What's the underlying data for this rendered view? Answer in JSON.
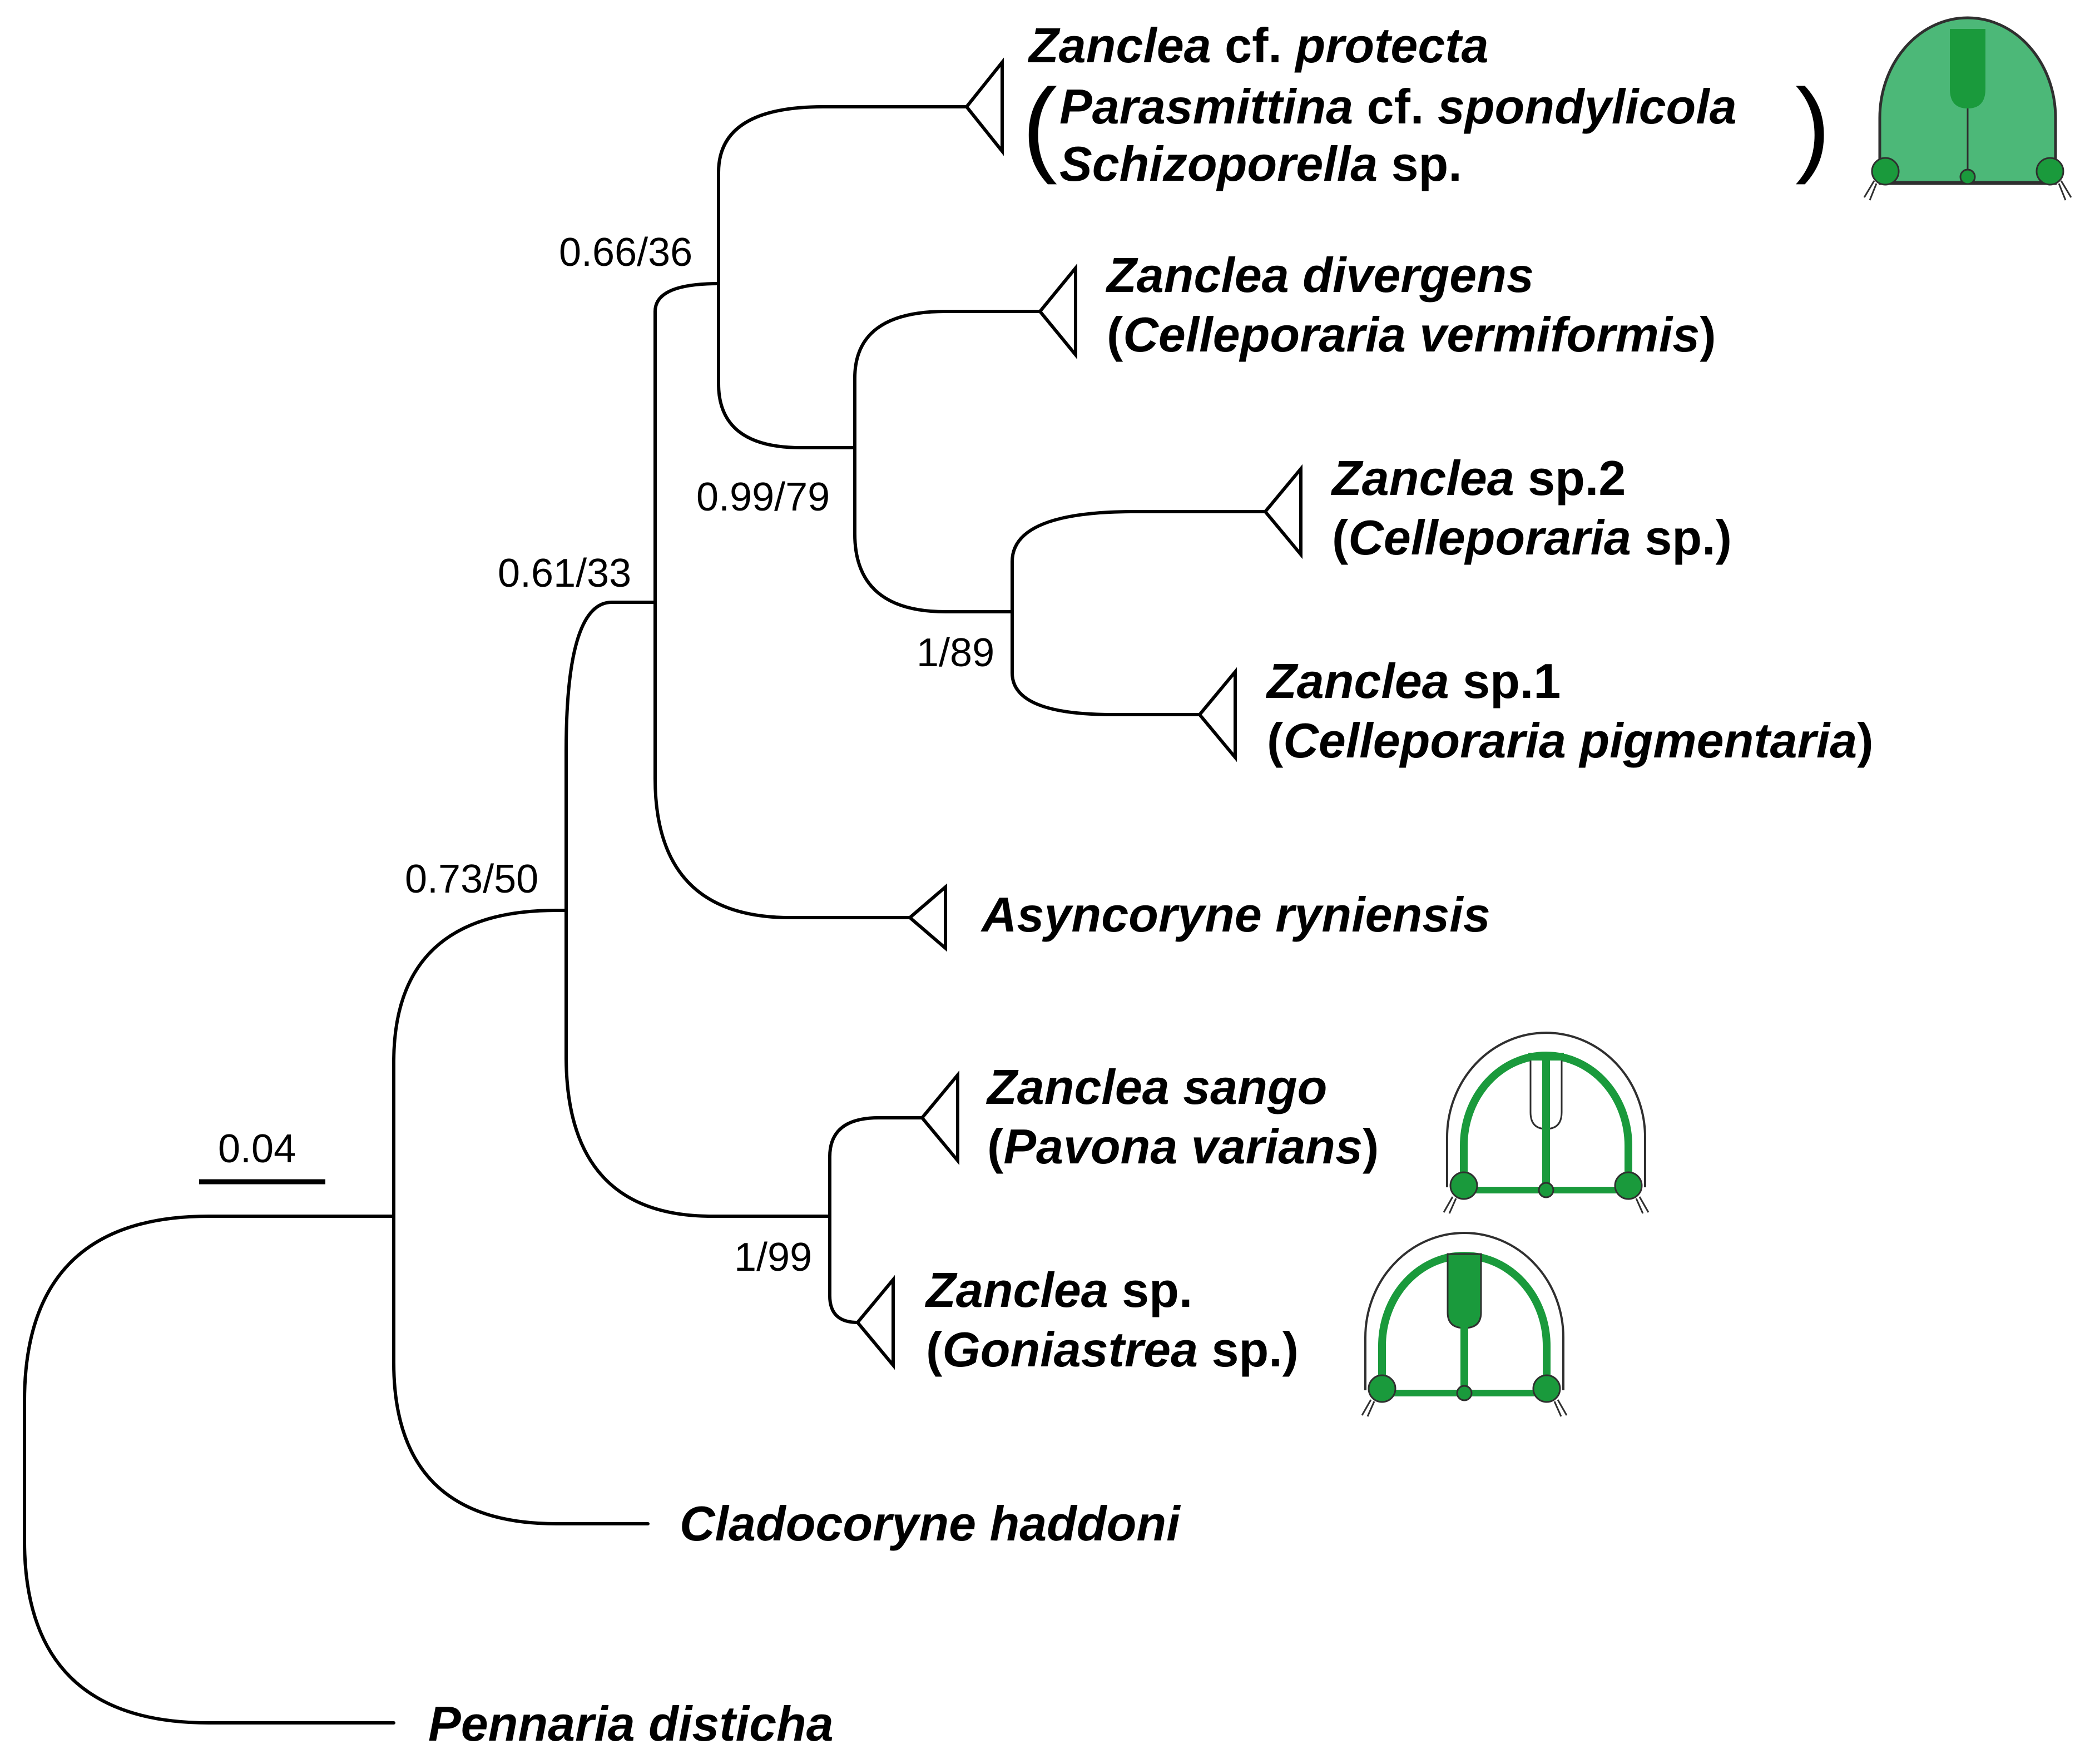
{
  "scale_bar": {
    "label": "0.04"
  },
  "support_values": {
    "n1": "0.66/36",
    "n2": "0.99/79",
    "n3": "0.61/33",
    "n4": "1/89",
    "n5": "0.73/50",
    "n6": "1/99"
  },
  "taxa": {
    "t1": {
      "line1": [
        "Zanclea",
        " cf. ",
        "protecta"
      ],
      "line2": [
        "Parasmittina",
        " cf. ",
        "spondylicola"
      ],
      "line3": [
        "Schizoporella",
        " sp."
      ]
    },
    "t2": {
      "genus": "Zanclea",
      "species": "divergens",
      "host": "Celleporaria vermiformis"
    },
    "t3": {
      "genus": "Zanclea",
      "rest": " sp.2",
      "host_genus": "Celleporaria",
      "host_rest": " sp."
    },
    "t4": {
      "genus": "Zanclea",
      "rest": " sp.1",
      "host": "Celleporaria pigmentaria"
    },
    "t5": {
      "name": "Asyncoryne ryniensis"
    },
    "t6": {
      "genus": "Zanclea",
      "species": "sango",
      "host": "Pavona varians"
    },
    "t7": {
      "genus": "Zanclea",
      "rest": " sp.",
      "host_genus": "Goniastrea",
      "host_rest": " sp."
    },
    "t8": {
      "name": "Cladocoryne haddoni"
    },
    "t9": {
      "name": "Pennaria disticha"
    }
  },
  "colors": {
    "medusa_fill": "#4cb878",
    "medusa_canal": "#1a9a3c",
    "line": "#000000"
  },
  "icons": [
    "medusa-icon-filled",
    "medusa-icon-outline-capsule",
    "medusa-icon-outline-solid"
  ]
}
